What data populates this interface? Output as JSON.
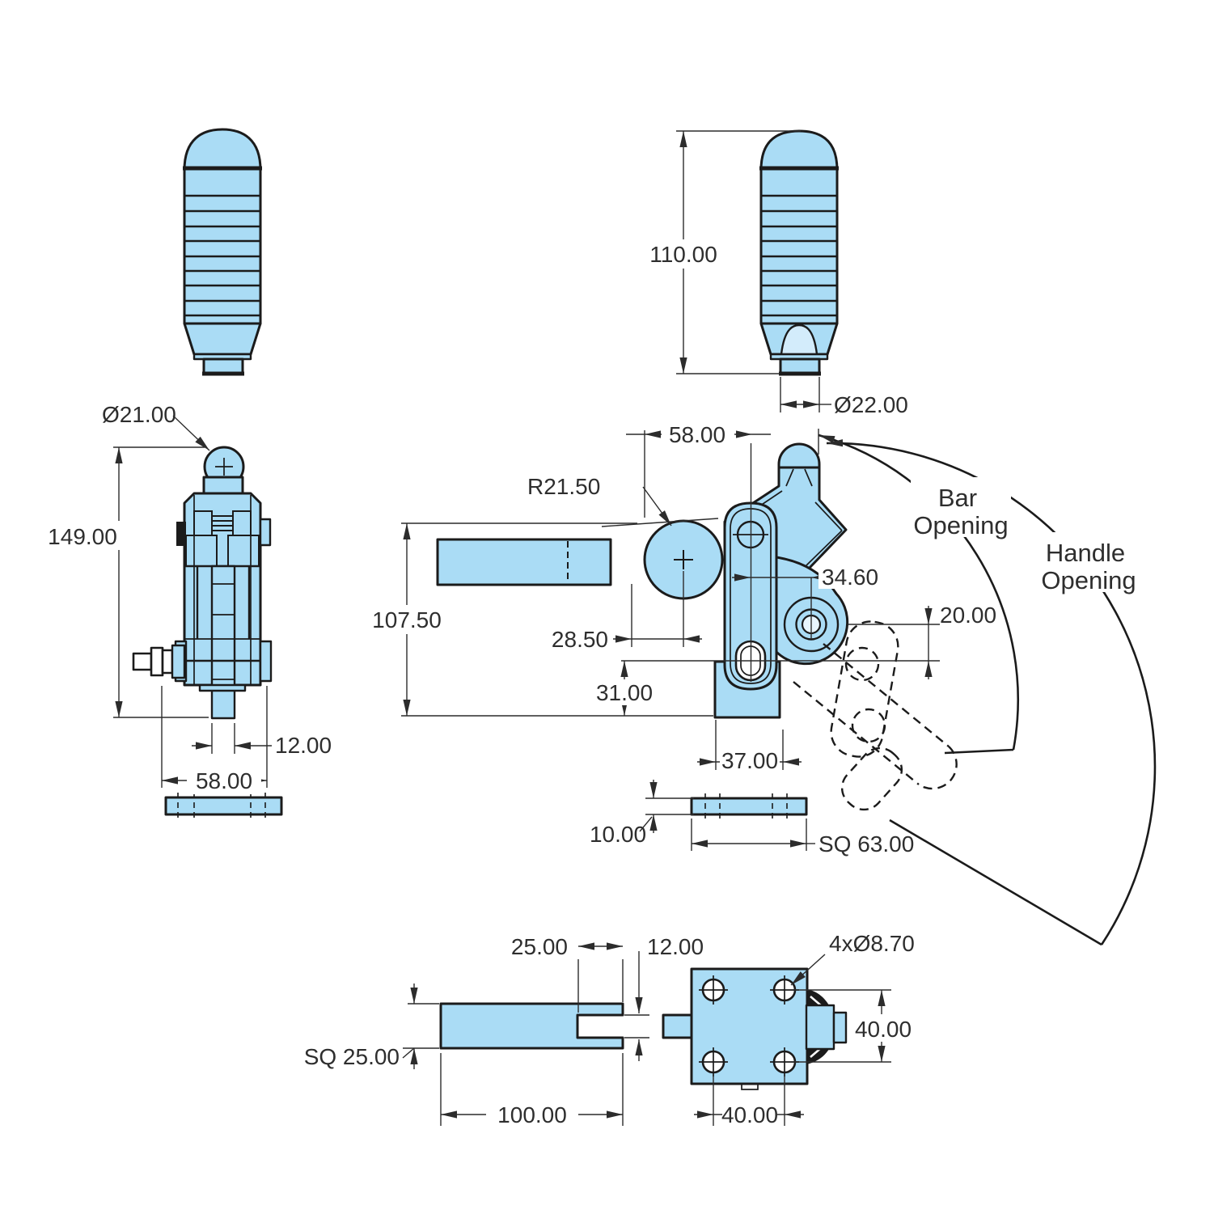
{
  "drawing": {
    "kind": "toggle-clamp engineering drawing",
    "part_color": "#aadcf5",
    "line_color": "#1b1b1b"
  },
  "dims": {
    "handle_height": "110.00",
    "handle_dia": "Ø22.00",
    "knob_dia": "Ø21.00",
    "total_height": "149.00",
    "bar_width_front": "12.00",
    "front_width": "58.00",
    "top_offset": "58.00",
    "pivot_radius": "R21.50",
    "pin_offset": "34.60",
    "pin_height": "20.00",
    "pivot_center": "28.50",
    "body_height": "107.50",
    "mount_height": "31.00",
    "post_width": "37.00",
    "plate_thickness": "10.00",
    "plate_square": "SQ 63.00",
    "slot_depth": "25.00",
    "slot_width": "12.00",
    "holes": "4xØ8.70",
    "bar_square": "SQ 25.00",
    "bar_length": "100.00",
    "hole_spacing_v": "40.00",
    "hole_spacing_h": "40.00"
  },
  "annotations": {
    "bar_opening_line1": "Bar",
    "bar_opening_line2": "Opening",
    "handle_opening_line1": "Handle",
    "handle_opening_line2": "Opening"
  }
}
